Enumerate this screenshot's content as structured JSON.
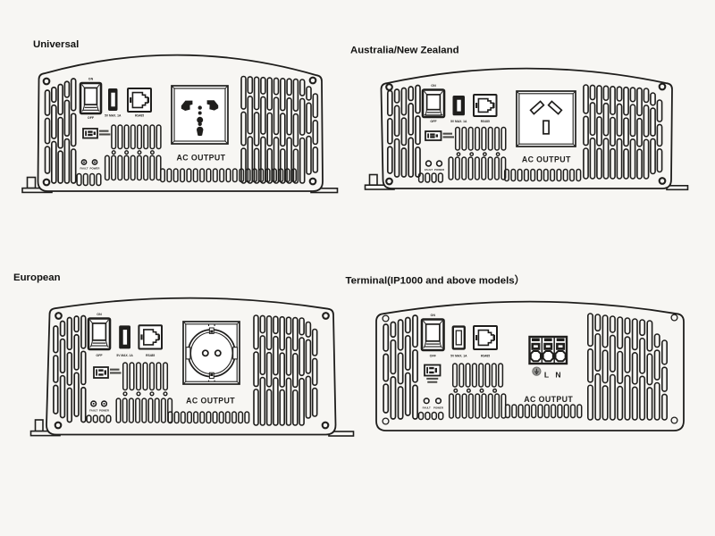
{
  "figure": {
    "background": "#f7f6f3",
    "ink": "#1f1e1c",
    "description": "Power inverter AC output panel variants line drawing"
  },
  "panels": [
    {
      "id": "universal",
      "title": "Universal",
      "socket_type": "universal",
      "labels": {
        "on": "ON",
        "off": "OFF",
        "usb": "5V MAX. 1A",
        "rs485": "RS485",
        "fault": "FAULT",
        "power": "POWER",
        "output": "AC OUTPUT"
      }
    },
    {
      "id": "australia-new-zealand",
      "title": "Australia/New Zealand",
      "socket_type": "au-nz",
      "labels": {
        "on": "ON",
        "off": "OFF",
        "usb": "5V MAX. 1A",
        "rs485": "RS485",
        "fault": "FAULT",
        "power": "POWER",
        "output": "AC OUTPUT"
      }
    },
    {
      "id": "european",
      "title": "European",
      "socket_type": "schuko",
      "labels": {
        "on": "ON",
        "off": "OFF",
        "usb": "5V MAX. 1A",
        "rs485": "RS485",
        "fault": "FAULT",
        "power": "POWER",
        "output": "AC OUTPUT"
      }
    },
    {
      "id": "terminal",
      "title": "Terminal(IP1000 and above models）",
      "socket_type": "terminal",
      "labels": {
        "on": "ON",
        "off": "OFF",
        "usb": "5V MAX. 1A",
        "rs485": "RS485",
        "fault": "FAULT",
        "power": "POWER",
        "output": "AC OUTPUT",
        "live": "L",
        "neutral": "N"
      }
    }
  ]
}
